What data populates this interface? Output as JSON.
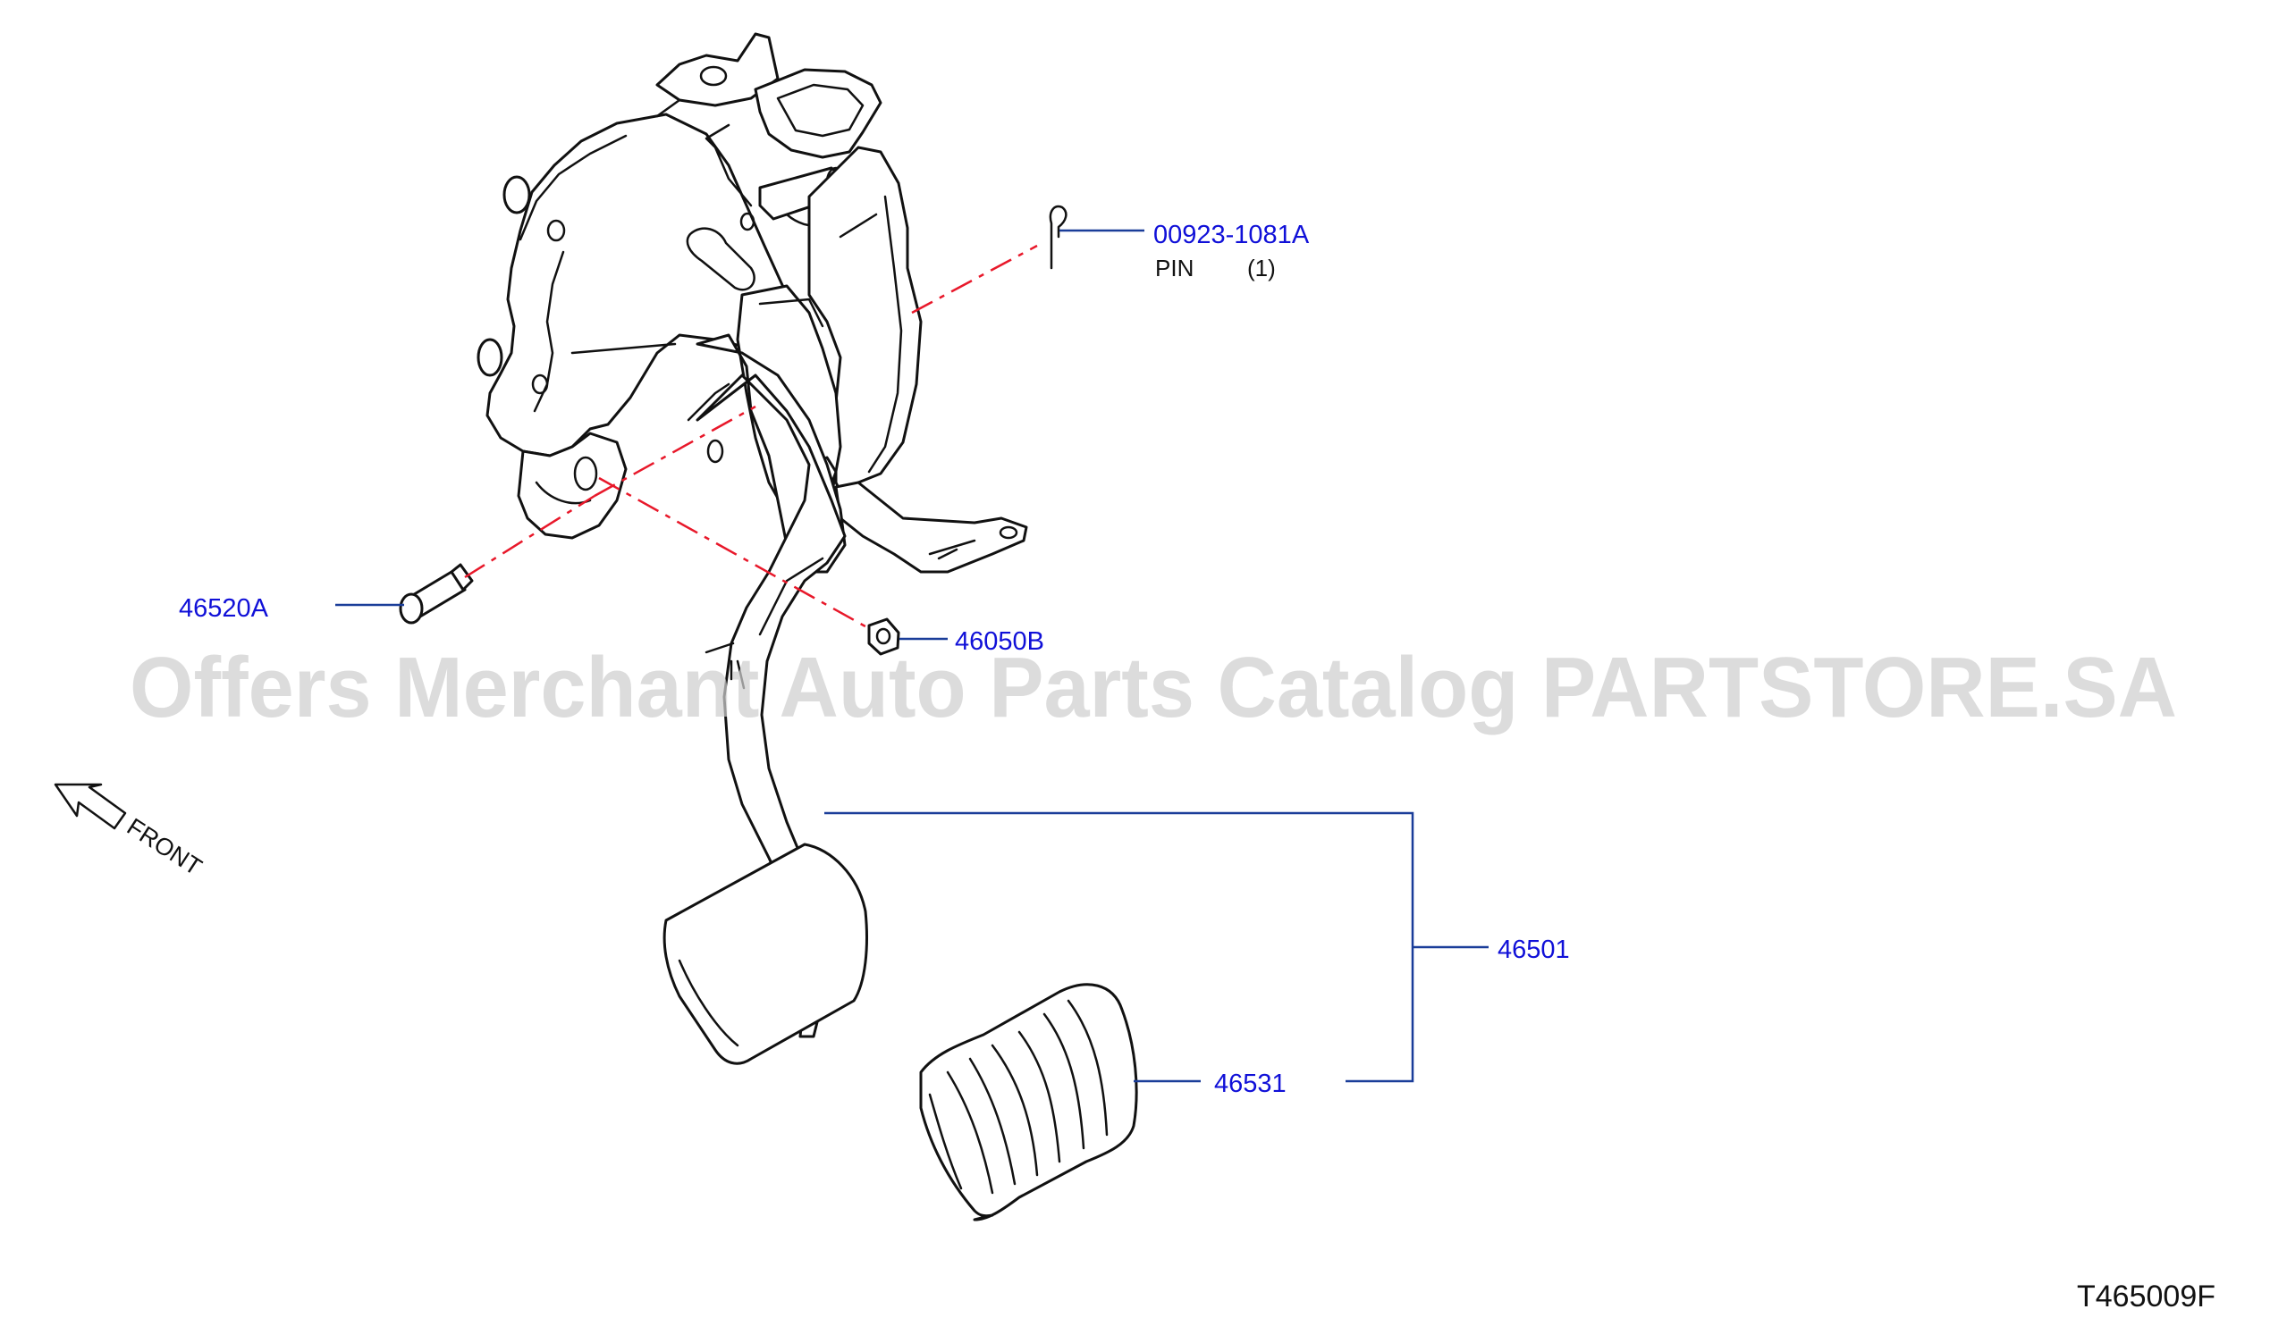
{
  "watermark": "Offers Merchant Auto Parts Catalog PARTSTORE.SA",
  "diagram_code": "T465009F",
  "front_label": "FRONT",
  "callouts": [
    {
      "part_no": "00923-1081A",
      "name": "PIN",
      "qty": "(1)"
    },
    {
      "part_no": "46520A"
    },
    {
      "part_no": "46050B"
    },
    {
      "part_no": "46501"
    },
    {
      "part_no": "46531"
    }
  ],
  "colors": {
    "callout_text": "#1010d8",
    "leader": "#1a3d99",
    "center_line": "#e8182a",
    "watermark": "#cfcfcf"
  }
}
